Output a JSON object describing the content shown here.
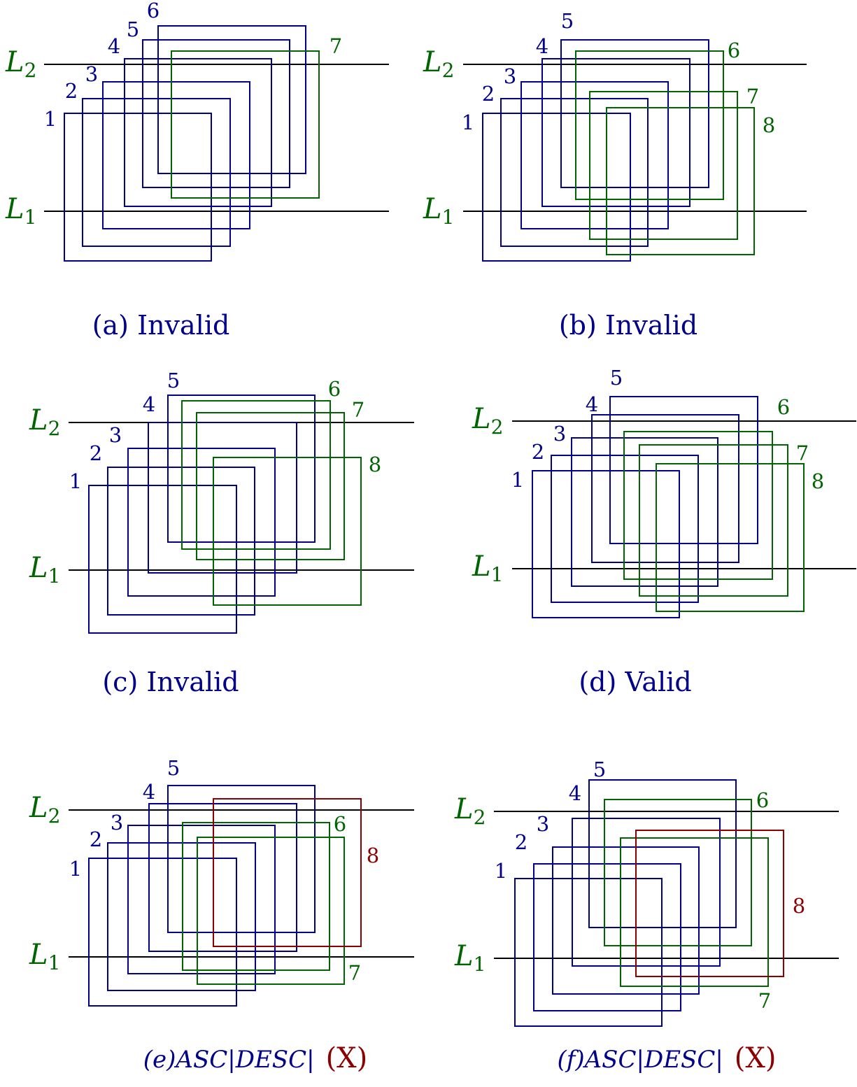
{
  "colors": {
    "blue": "#00008b",
    "green": "#006400",
    "red": "#8b0000",
    "line": "#000000",
    "label": "#006400"
  },
  "line_labels": {
    "L1": "L",
    "L1_sub": "1",
    "L2": "L",
    "L2_sub": "2"
  },
  "panels": [
    {
      "id": "a",
      "caption": "(a) Invalid",
      "rects": [
        {
          "label": "1",
          "color": "blue"
        },
        {
          "label": "2",
          "color": "blue"
        },
        {
          "label": "3",
          "color": "blue"
        },
        {
          "label": "4",
          "color": "blue"
        },
        {
          "label": "5",
          "color": "blue"
        },
        {
          "label": "6",
          "color": "blue"
        },
        {
          "label": "7",
          "color": "green"
        }
      ]
    },
    {
      "id": "b",
      "caption": "(b) Invalid",
      "rects": [
        {
          "label": "1",
          "color": "blue"
        },
        {
          "label": "2",
          "color": "blue"
        },
        {
          "label": "3",
          "color": "blue"
        },
        {
          "label": "4",
          "color": "blue"
        },
        {
          "label": "5",
          "color": "blue"
        },
        {
          "label": "6",
          "color": "green"
        },
        {
          "label": "7",
          "color": "green"
        },
        {
          "label": "8",
          "color": "green"
        }
      ]
    },
    {
      "id": "c",
      "caption": "(c) Invalid",
      "rects": [
        {
          "label": "1",
          "color": "blue"
        },
        {
          "label": "2",
          "color": "blue"
        },
        {
          "label": "3",
          "color": "blue"
        },
        {
          "label": "4",
          "color": "blue"
        },
        {
          "label": "5",
          "color": "blue"
        },
        {
          "label": "6",
          "color": "green"
        },
        {
          "label": "7",
          "color": "green"
        },
        {
          "label": "8",
          "color": "green"
        }
      ]
    },
    {
      "id": "d",
      "caption": "(d) Valid",
      "rects": [
        {
          "label": "1",
          "color": "blue"
        },
        {
          "label": "2",
          "color": "blue"
        },
        {
          "label": "3",
          "color": "blue"
        },
        {
          "label": "4",
          "color": "blue"
        },
        {
          "label": "5",
          "color": "blue"
        },
        {
          "label": "6",
          "color": "green"
        },
        {
          "label": "7",
          "color": "green"
        },
        {
          "label": "8",
          "color": "green"
        }
      ]
    },
    {
      "id": "e",
      "caption_main": "(e)ASC|DESC|",
      "caption_mark": "(X)",
      "rects": [
        {
          "label": "1",
          "color": "blue"
        },
        {
          "label": "2",
          "color": "blue"
        },
        {
          "label": "3",
          "color": "blue"
        },
        {
          "label": "4",
          "color": "blue"
        },
        {
          "label": "5",
          "color": "blue"
        },
        {
          "label": "6",
          "color": "green"
        },
        {
          "label": "7",
          "color": "green"
        },
        {
          "label": "8",
          "color": "red"
        }
      ]
    },
    {
      "id": "f",
      "caption_main": "(f)ASC|DESC|",
      "caption_mark": "(X)",
      "rects": [
        {
          "label": "1",
          "color": "blue"
        },
        {
          "label": "2",
          "color": "blue"
        },
        {
          "label": "3",
          "color": "blue"
        },
        {
          "label": "4",
          "color": "blue"
        },
        {
          "label": "5",
          "color": "blue"
        },
        {
          "label": "6",
          "color": "green"
        },
        {
          "label": "7",
          "color": "green"
        },
        {
          "label": "8",
          "color": "red"
        }
      ]
    }
  ]
}
